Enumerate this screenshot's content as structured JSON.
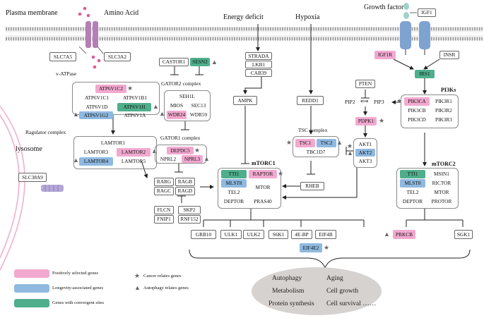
{
  "header": {
    "plasma_membrane": "Plasma membrane",
    "amino_acid": "Amino Acid",
    "energy_deficit": "Energy deficit",
    "hypoxia": "Hypoxia",
    "growth_factor": "Growth factor"
  },
  "transporters": {
    "slc7a5": "SLC7A5",
    "slc3a2": "SLC3A2",
    "slc38a9": "SLC38A9",
    "vatpase": "v-ATPase"
  },
  "lysosome": "lysosome",
  "v_atpase_genes": [
    "ATP6V1C2",
    "ATP6V1C1",
    "ATP6V1B1",
    "ATP6V1D",
    "ATP6V1H",
    "ATP6V1G2",
    "ATP6V1A"
  ],
  "ragulator": {
    "label": "Ragulator complex",
    "genes": [
      "LAMTOR1",
      "LAMTOR3",
      "LAMTOR2",
      "LAMTOR4",
      "LAMTOR5"
    ]
  },
  "gator2": {
    "label": "GATOR2 complex",
    "genes": [
      "SEH1L",
      "MIOS",
      "SEC13",
      "WDR24",
      "WDR59"
    ]
  },
  "sensors": {
    "castor1": "CASTOR1",
    "sesn2": "SESN2"
  },
  "gator1": {
    "label": "GATOR1 complex",
    "genes": [
      "DEPDC5",
      "NPRL2",
      "NPRL3"
    ]
  },
  "rag": [
    "RARG",
    "RAGB",
    "RAGC",
    "RAGD"
  ],
  "flcn": [
    "FLCN",
    "FNIP1"
  ],
  "skp2": [
    "SKP2",
    "RNF152"
  ],
  "energy": {
    "kinases": [
      "STRADA",
      "LKB1",
      "CAB39"
    ],
    "ampk": "AMPK"
  },
  "hypoxia_genes": {
    "redd1": "REDD1"
  },
  "tsc": {
    "label": "TSC complex",
    "genes": [
      "TSC1",
      "TSC2",
      "TBC1D7"
    ],
    "rheb": "RHEB"
  },
  "pi3k_path": {
    "pten": "PTEN",
    "pip2": "PIP2",
    "arrow": "⟺",
    "pip3": "PIP3",
    "pdpk1": "PDPK1",
    "akt": [
      "AKT1",
      "AKT2",
      "AKT3"
    ],
    "igf1": "IGF1",
    "igf1r": "IGF1R",
    "insr": "INSR",
    "irs1": "IRS1",
    "pi3ks_label": "PI3Ks",
    "pi3ks": [
      "PIK3CA",
      "PIK3R1",
      "PIK3CB",
      "PIK3R2",
      "PIK3CD",
      "PIK3R3"
    ]
  },
  "mtorc1": {
    "label": "mTORC1",
    "genes": [
      "TTI1",
      "RAPTOR",
      "MLST8",
      "MTOR",
      "TEL2",
      "DEPTOR",
      "PRAS40"
    ]
  },
  "mtorc2": {
    "label": "mTORC2",
    "genes": [
      "TTI1",
      "MSIN1",
      "MLST8",
      "RICTOR",
      "TEL2",
      "MTOR",
      "DEPTOR",
      "PROTOR"
    ]
  },
  "downstream": [
    "GRB10",
    "ULK1",
    "ULK2",
    "S6K1",
    "4E-BP",
    "EIF4B",
    "EIF4E2",
    "PRKCB",
    "SGK1"
  ],
  "outcomes": [
    "Autophagy",
    "Aging",
    "Metabolism",
    "Cell growth",
    "Protein synthesis",
    "Cell survival ……"
  ],
  "legend": {
    "positive": "Positively selected genes",
    "longevity": "Longevity-associated genes",
    "convergent": "Genes with convergent sites",
    "cancer": "Cancer relates genes",
    "autophagy": "Autophagy relates genes",
    "star_symbol": "★",
    "triangle_symbol": "▲"
  },
  "colors": {
    "positive": "#f2a9cf",
    "longevity": "#8fb9e0",
    "convergent": "#4fae8c",
    "membrane": "#9e9e9e",
    "receptor": "#7ea3d1",
    "vatpase": "#b47fb5",
    "dots": "#e05a9a",
    "gf_dots": "#9fd3c7"
  }
}
